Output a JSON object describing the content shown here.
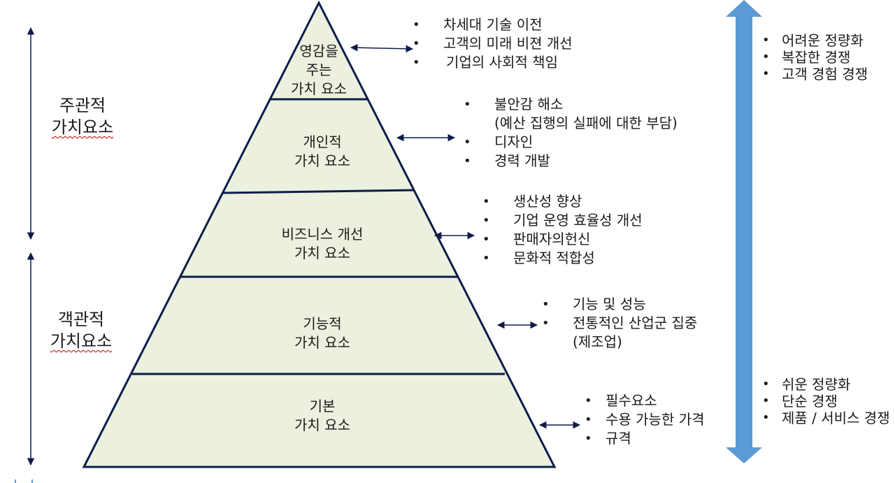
{
  "pyramid": {
    "tiers": [
      {
        "label_lines": [
          "영감을",
          "주는",
          "가치 요소"
        ]
      },
      {
        "label_lines": [
          "개인적",
          "가치 요소"
        ]
      },
      {
        "label_lines": [
          "비즈니스 개선",
          "가치 요소"
        ]
      },
      {
        "label_lines": [
          "기능적",
          "가치 요소"
        ]
      },
      {
        "label_lines": [
          "기본",
          "가치 요소"
        ]
      }
    ],
    "fill_color": "#ebf1de",
    "line_color": "#0d1c4a"
  },
  "side_labels": {
    "subjective": [
      "주관적",
      "가치요소"
    ],
    "objective": [
      "객관적",
      "가치요소"
    ]
  },
  "tier_bullets": [
    {
      "items": [
        "차세대 기술 이전",
        "고객의 미래 비젼 개선",
        " 기업의 사회적 책임"
      ]
    },
    {
      "items": [
        "불안감 해소",
        "(예산 집행의 실패에 대한 부담)",
        "디자인",
        "경력 개발"
      ]
    },
    {
      "items": [
        "생산성 향상",
        "기업 운영 효율성 개선",
        "판매자의헌신",
        "문화적 적합성"
      ]
    },
    {
      "items": [
        "기능 및 성능",
        "전통적인 산업군 집중",
        "(제조업)"
      ]
    },
    {
      "items": [
        "필수요소",
        "수용 가능한 가격",
        "규격"
      ]
    }
  ],
  "right_panel": {
    "top_items": [
      "어려운 정량화",
      "복잡한 경쟁",
      "고객 경험 경쟁"
    ],
    "bottom_items": [
      "쉬운 정량화",
      "단순 경쟁",
      "제품 / 서비스 경쟁"
    ],
    "arrow_color": "#5b9bd5"
  }
}
